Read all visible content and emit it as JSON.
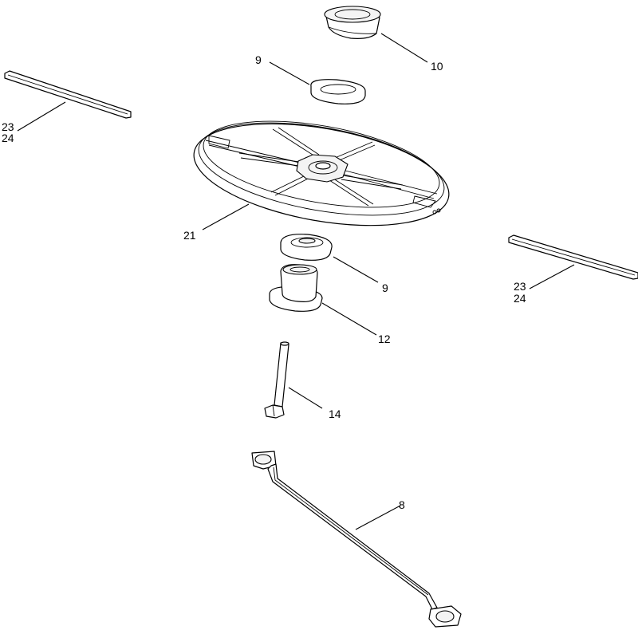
{
  "callouts": {
    "c10": "10",
    "c9_top": "9",
    "c23_left": "23",
    "c24_left": "24",
    "c21": "21",
    "c9_mid": "9",
    "c23_right": "23",
    "c24_right": "24",
    "c12": "12",
    "c14": "14",
    "c8": "8"
  },
  "parts": [
    {
      "callout": "10",
      "icon": "cup-bushing-icon"
    },
    {
      "callout": "9",
      "icon": "washer-icon"
    },
    {
      "callout": "23",
      "icon": "strip-icon"
    },
    {
      "callout": "24",
      "icon": "strip-icon"
    },
    {
      "callout": "21",
      "icon": "spoked-wheel-icon"
    },
    {
      "callout": "12",
      "icon": "flanged-bushing-icon"
    },
    {
      "callout": "14",
      "icon": "bolt-icon"
    },
    {
      "callout": "8",
      "icon": "offset-wrench-icon"
    }
  ],
  "colors": {
    "line": "#000000",
    "background": "#ffffff"
  }
}
